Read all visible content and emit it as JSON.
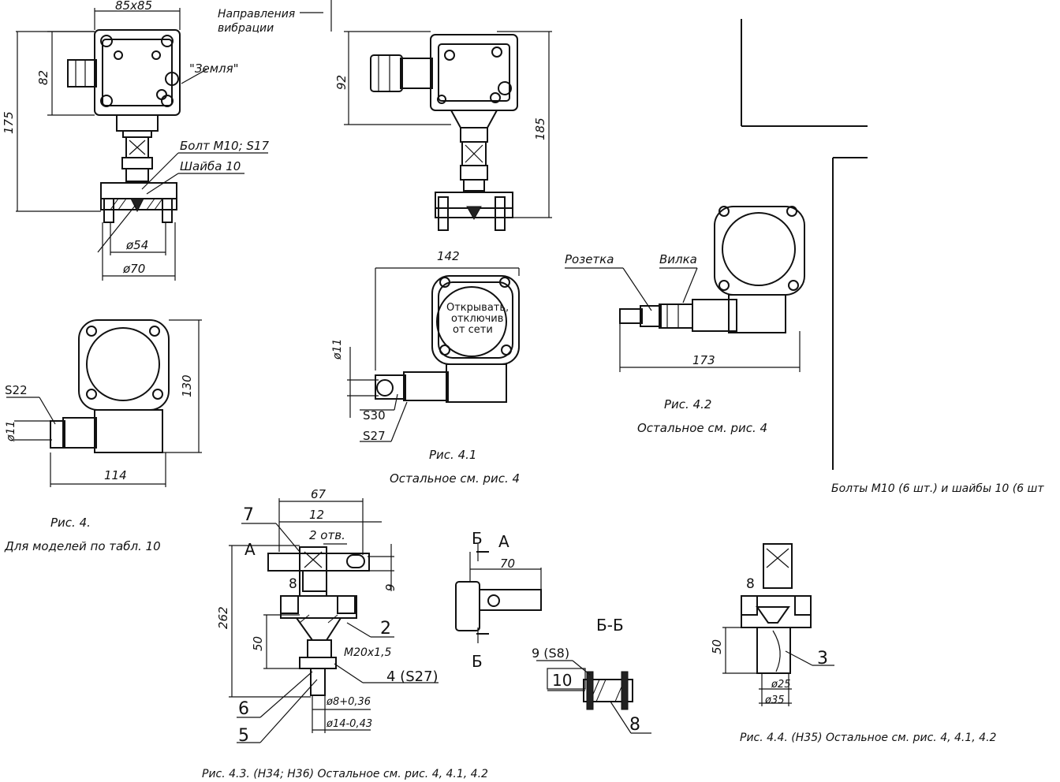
{
  "labels": {
    "dim_85x85": "85x85",
    "vib_line1": "Направления",
    "vib_line2": "вибрации",
    "dim_82": "82",
    "dim_175": "175",
    "earth": "\"Земля\"",
    "bolt": "Болт М10; S17",
    "washer": "Шайба 10",
    "dim_d54": "ø54",
    "dim_d70": "ø70",
    "dim_92": "92",
    "dim_185": "185",
    "dim_142": "142",
    "cover_line1": "Открывать,",
    "cover_line2": "отключив",
    "cover_line3": "от сети",
    "dim_d11_a": "ø11",
    "s30": "S30",
    "s27": "S27",
    "rozetka": "Розетка",
    "vilka": "Вилка",
    "dim_173": "173",
    "cap_4_2": "Рис. 4.2",
    "cap_4_2_note": "Остальное см. рис. 4",
    "cap_4_1": "Рис. 4.1",
    "cap_4_1_note": "Остальное см. рис. 4",
    "s22": "S22",
    "dim_d11_b": "ø11",
    "dim_130": "130",
    "dim_114": "114",
    "cap_4": "Рис. 4.",
    "cap_4_note": "Для моделей по табл. 10",
    "dim_67": "67",
    "dim_12": "12",
    "holes": "2 отв.",
    "mark_7": "7",
    "view_a": "А",
    "dim_9": "9",
    "mark_8_a": "8",
    "dim_262": "262",
    "mark_2": "2",
    "dim_50_a": "50",
    "thread": "М20х1,5",
    "mark_4": "4 (S27)",
    "mark_6": "6",
    "dim_d8": "ø8+0,36",
    "mark_5": "5",
    "dim_d14": "ø14-0,43",
    "cap_4_3": "Рис. 4.3. (Н34; Н36) Остальное см. рис. 4, 4.1, 4.2",
    "view_a_title": "А",
    "sec_b_top": "Б",
    "dim_70": "70",
    "sec_b_bot": "Б",
    "sec_bb": "Б-Б",
    "mark_9": "9 (S8)",
    "mark_10": "10",
    "mark_8_b": "8",
    "mark_8_c": "8",
    "dim_50_b": "50",
    "mark_3": "3",
    "dim_d25": "ø25",
    "dim_d35": "ø35",
    "cap_4_4": "Рис. 4.4. (Н35) Остальное см. рис. 4, 4.1, 4.2",
    "bolts_note": "Болты М10 (6 шт.) и шайбы 10 (6 шт"
  }
}
